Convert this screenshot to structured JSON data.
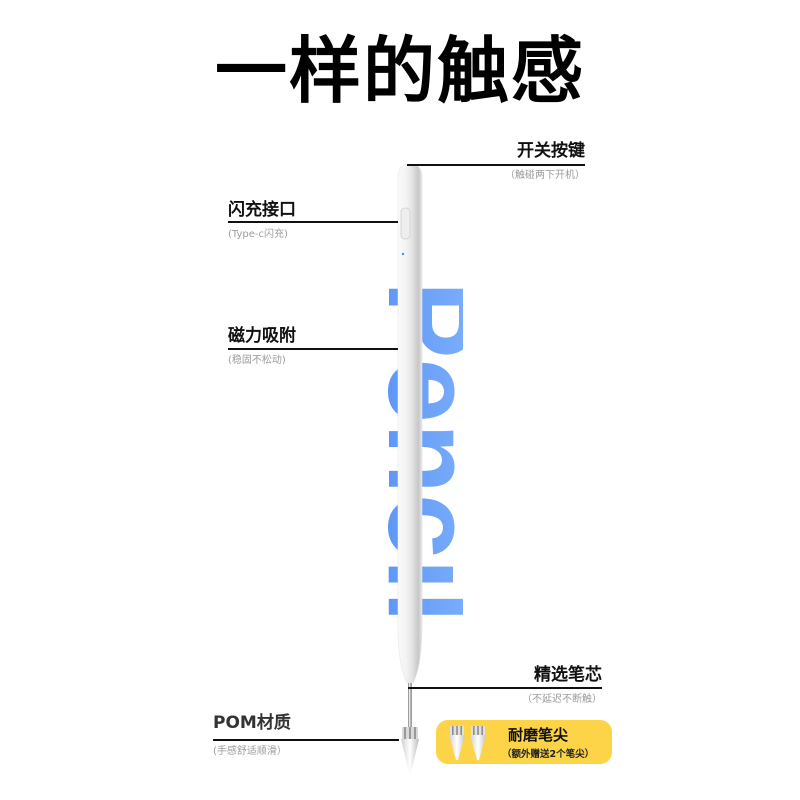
{
  "headline": "一样的触感",
  "pencil_word": {
    "text": "Pencil",
    "colors": {
      "top": "#84b4fc",
      "bottom": "#5690f6"
    }
  },
  "callouts": {
    "power_button": {
      "title": "开关按键",
      "subtitle": "（触碰两下开机）"
    },
    "charging_port": {
      "title": "闪充接口",
      "subtitle": "(Type-c闪充)"
    },
    "magnetic": {
      "title": "磁力吸附",
      "subtitle": "(稳固不松动)"
    },
    "tip_core": {
      "title": "精选笔芯",
      "subtitle": "（不延迟不断触）"
    },
    "pom_material": {
      "title": "POM材质",
      "subtitle": "(手感舒适顺滑）"
    }
  },
  "badge": {
    "title": "耐磨笔尖",
    "subtitle": "（额外赠送2个笔尖）",
    "color": "#fdd447"
  }
}
